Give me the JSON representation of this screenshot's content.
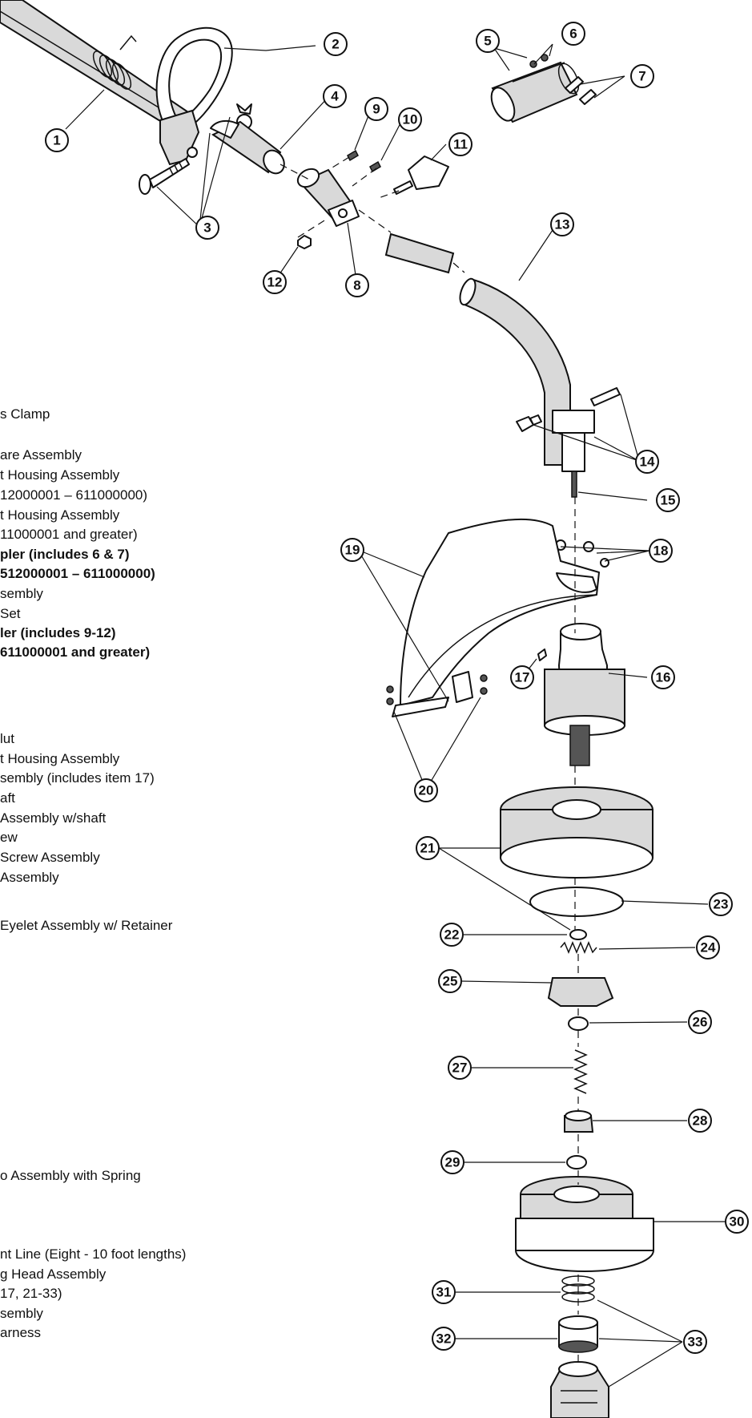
{
  "callouts": {
    "c1": "1",
    "c2": "2",
    "c3": "3",
    "c4": "4",
    "c5": "5",
    "c6": "6",
    "c7": "7",
    "c8": "8",
    "c9": "9",
    "c10": "10",
    "c11": "11",
    "c12": "12",
    "c13": "13",
    "c14": "14",
    "c15": "15",
    "c16": "16",
    "c17": "17",
    "c18": "18",
    "c19": "19",
    "c20": "20",
    "c21": "21",
    "c22": "22",
    "c23": "23",
    "c24": "24",
    "c25": "25",
    "c26": "26",
    "c27": "27",
    "c28": "28",
    "c29": "29",
    "c30": "30",
    "c31": "31",
    "c32": "32",
    "c33": "33"
  },
  "legend": [
    {
      "text": "s Clamp",
      "bold": false
    },
    {
      "text": "are Assembly",
      "bold": false
    },
    {
      "text": "t Housing Assembly",
      "bold": false
    },
    {
      "text": "12000001 – 611000000)",
      "bold": false
    },
    {
      "text": "t Housing Assembly",
      "bold": false
    },
    {
      "text": "11000001 and greater)",
      "bold": false
    },
    {
      "text": "pler (includes 6 & 7)",
      "bold": true
    },
    {
      "text": "512000001 – 611000000)",
      "bold": true
    },
    {
      "text": "sembly",
      "bold": false
    },
    {
      "text": "Set",
      "bold": false
    },
    {
      "text": "ler (includes 9-12)",
      "bold": true
    },
    {
      "text": "611000001 and greater)",
      "bold": true
    },
    {
      "text": "lut",
      "bold": false
    },
    {
      "text": "t Housing Assembly",
      "bold": false
    },
    {
      "text": "sembly (includes item 17)",
      "bold": false
    },
    {
      "text": "aft",
      "bold": false
    },
    {
      "text": "Assembly w/shaft",
      "bold": false
    },
    {
      "text": "ew",
      "bold": false
    },
    {
      "text": "Screw Assembly",
      "bold": false
    },
    {
      "text": "Assembly",
      "bold": false
    },
    {
      "text": "Eyelet Assembly w/ Retainer",
      "bold": false
    },
    {
      "text": "o Assembly with Spring",
      "bold": false
    },
    {
      "text": "nt Line (Eight - 10 foot lengths)",
      "bold": false
    },
    {
      "text": "g Head Assembly",
      "bold": false
    },
    {
      "text": "17, 21-33)",
      "bold": false
    },
    {
      "text": "sembly",
      "bold": false
    },
    {
      "text": "arness",
      "bold": false
    }
  ]
}
